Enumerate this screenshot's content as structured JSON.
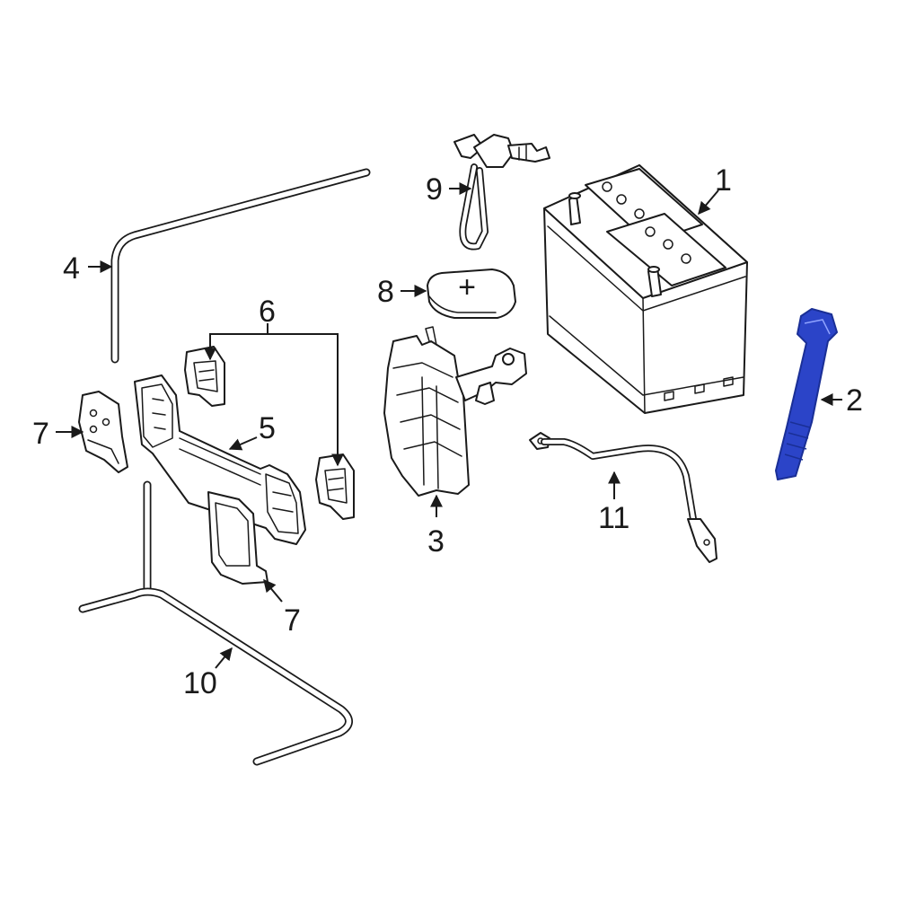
{
  "colors": {
    "line": "#1a1a1a",
    "highlight": "#2b44c8",
    "background": "#ffffff"
  },
  "callouts": {
    "c1": "1",
    "c2": "2",
    "c3": "3",
    "c4": "4",
    "c5": "5",
    "c6": "6",
    "c7_left": "7",
    "c7_bottom": "7",
    "c8": "8",
    "c9": "9",
    "c10": "10",
    "c11": "11"
  },
  "battery_plus_symbol": "+",
  "highlighted_part": "2"
}
